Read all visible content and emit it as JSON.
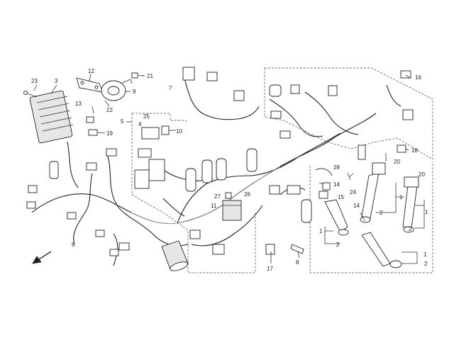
{
  "callouts": [
    {
      "id": "c23",
      "text": "23"
    },
    {
      "id": "c3",
      "text": "3"
    },
    {
      "id": "c12",
      "text": "12"
    },
    {
      "id": "c21",
      "text": "21"
    },
    {
      "id": "c9",
      "text": "9"
    },
    {
      "id": "c22",
      "text": "22"
    },
    {
      "id": "c13",
      "text": "13"
    },
    {
      "id": "c19",
      "text": "19"
    },
    {
      "id": "c7",
      "text": "7"
    },
    {
      "id": "c25",
      "text": "25"
    },
    {
      "id": "c4",
      "text": "4"
    },
    {
      "id": "c5",
      "text": "5"
    },
    {
      "id": "c10",
      "text": "10"
    },
    {
      "id": "c16",
      "text": "16"
    },
    {
      "id": "c18",
      "text": "18"
    },
    {
      "id": "c20a",
      "text": "20"
    },
    {
      "id": "c20b",
      "text": "20"
    },
    {
      "id": "c28",
      "text": "28"
    },
    {
      "id": "c14a",
      "text": "14"
    },
    {
      "id": "c15",
      "text": "15"
    },
    {
      "id": "c24",
      "text": "24"
    },
    {
      "id": "c14b",
      "text": "14"
    },
    {
      "id": "c27",
      "text": "27"
    },
    {
      "id": "c26",
      "text": "26"
    },
    {
      "id": "c11",
      "text": "11"
    },
    {
      "id": "c6",
      "text": "6"
    },
    {
      "id": "c17",
      "text": "17"
    },
    {
      "id": "c8",
      "text": "8"
    },
    {
      "id": "c1a",
      "text": "1"
    },
    {
      "id": "c2a",
      "text": "2"
    },
    {
      "id": "c1b",
      "text": "1"
    },
    {
      "id": "c2b",
      "text": "2"
    },
    {
      "id": "c1c",
      "text": "1"
    },
    {
      "id": "c2c",
      "text": "2"
    },
    {
      "id": "c1d",
      "text": "1"
    },
    {
      "id": "c2d",
      "text": "2"
    }
  ],
  "direction_arrow_icon": "arrow-down-left-icon"
}
